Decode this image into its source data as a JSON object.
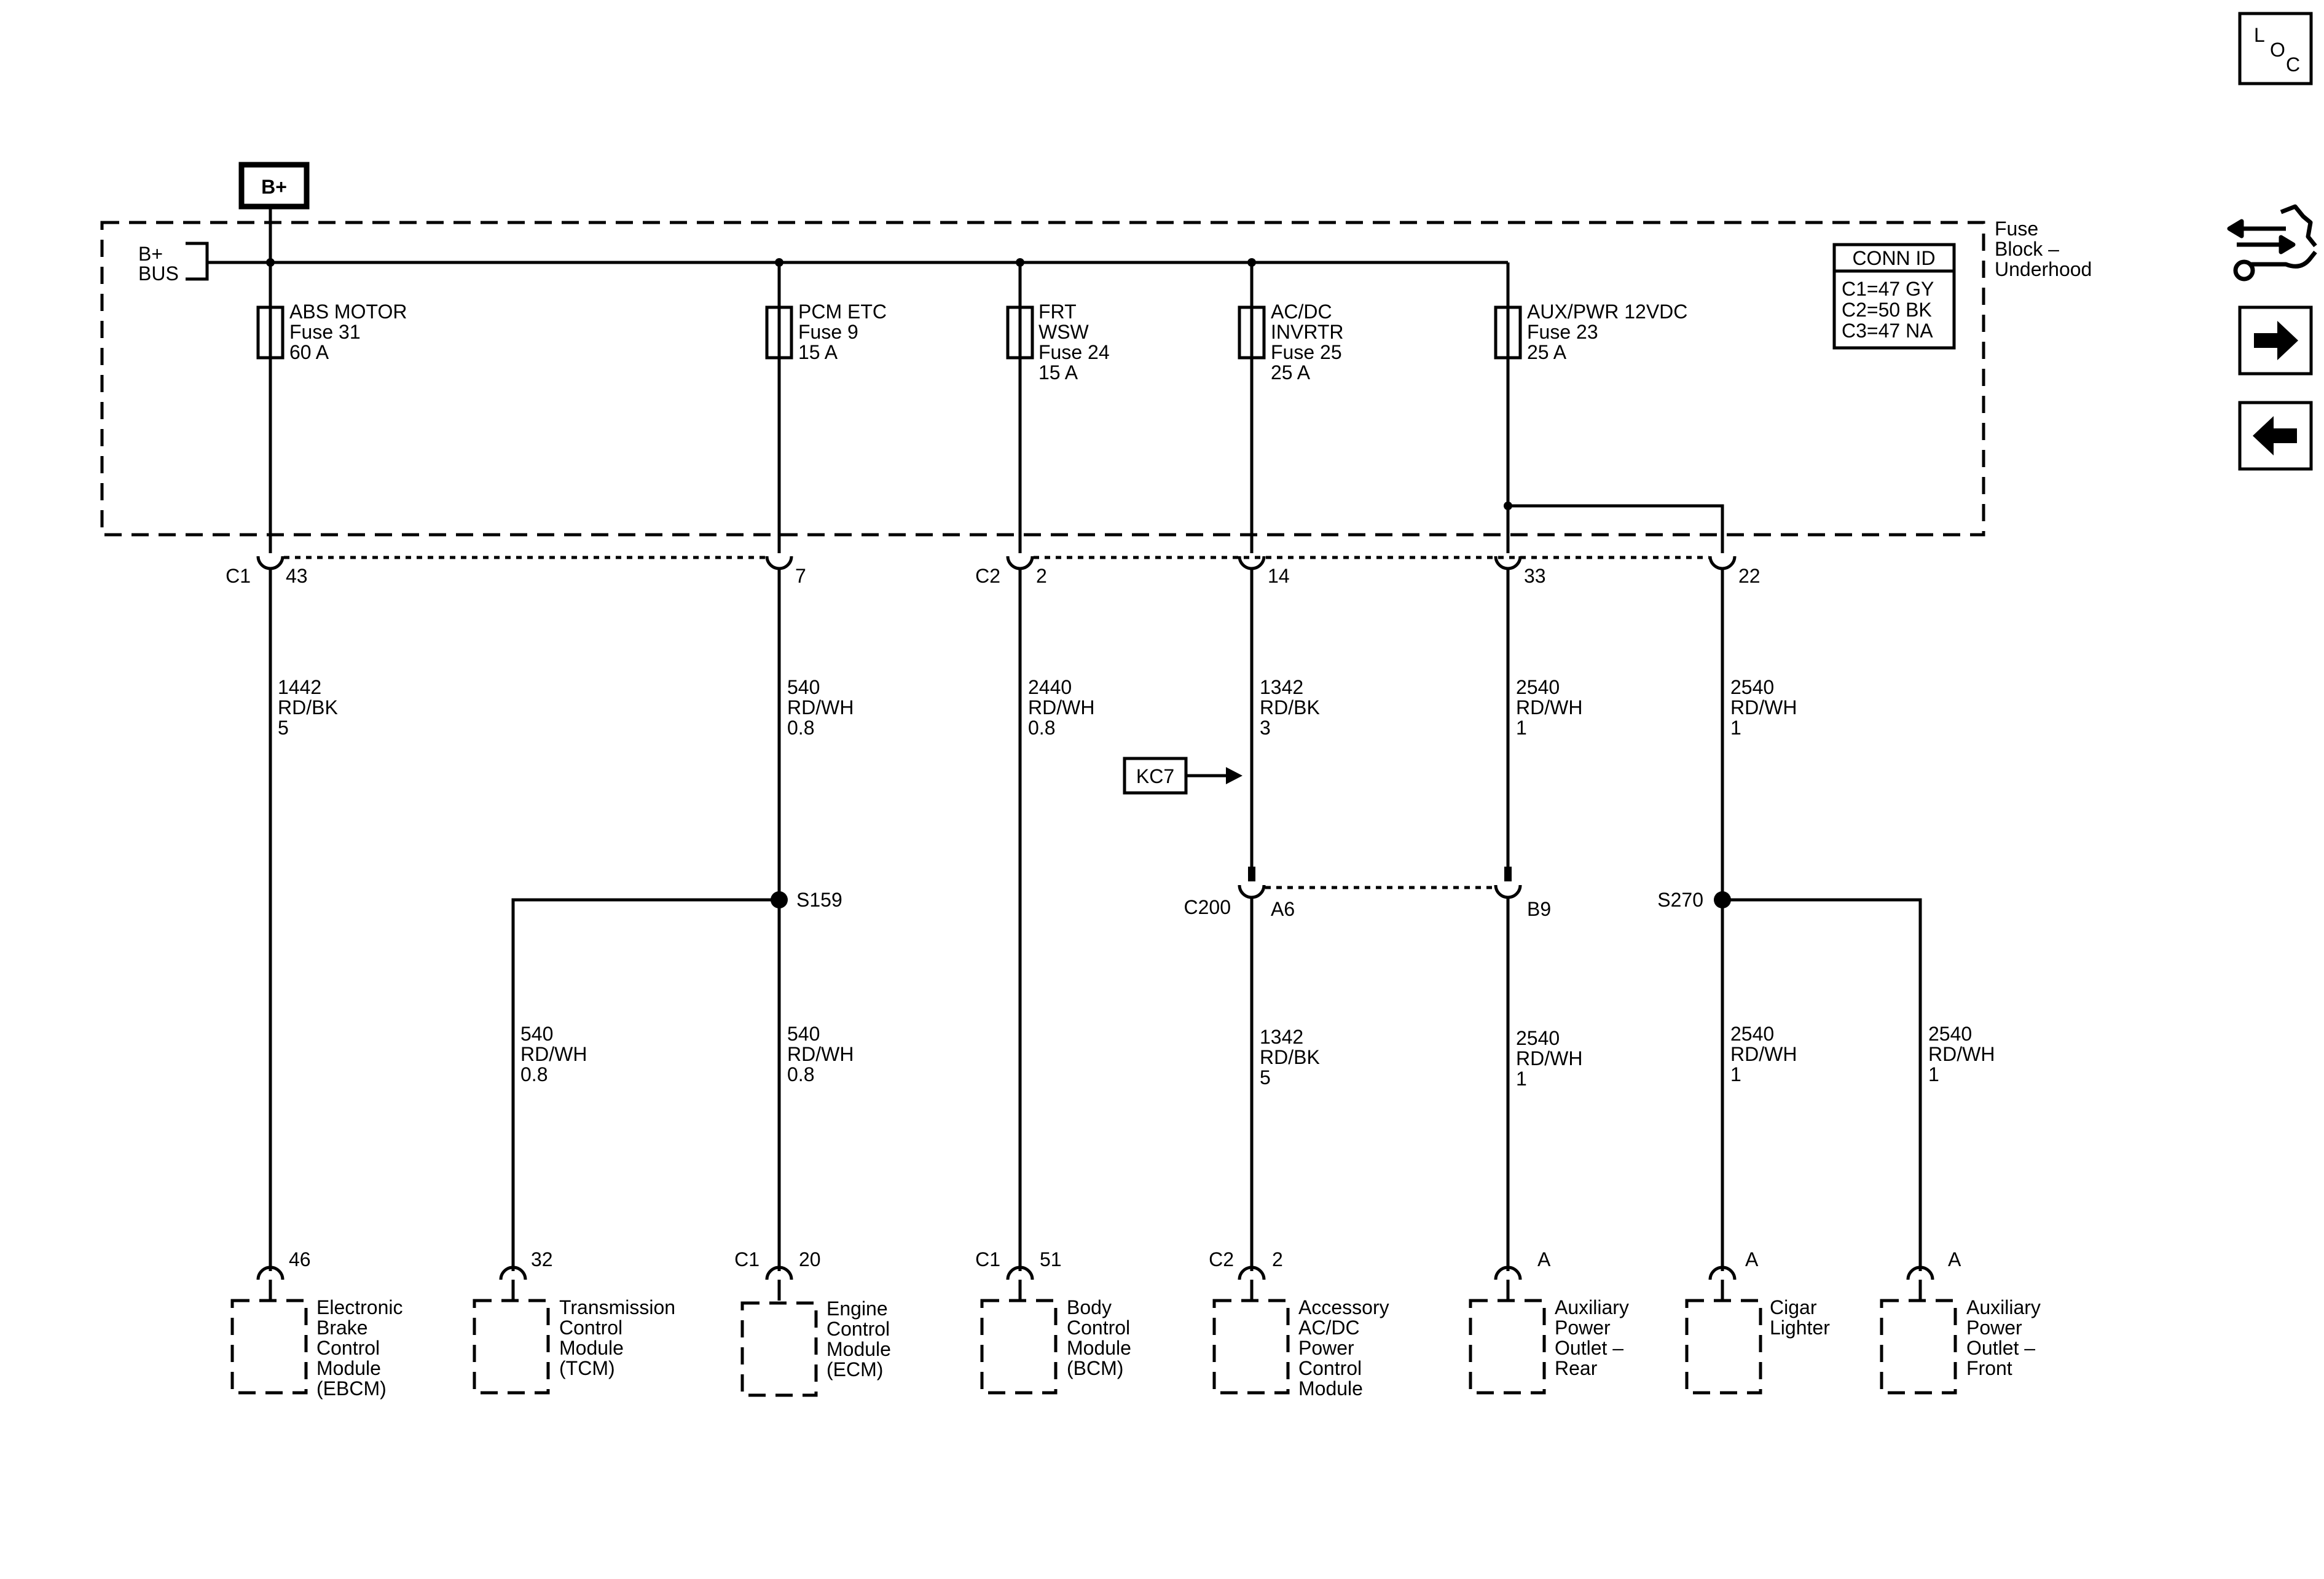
{
  "source": {
    "label": "B+"
  },
  "fuse_block": {
    "bus_label": [
      "B+",
      "BUS"
    ],
    "name": [
      "Fuse",
      "Block –",
      "Underhood"
    ],
    "conn_id": {
      "title": "CONN ID",
      "rows": [
        "C1=47 GY",
        "C2=50 BK",
        "C3=47 NA"
      ]
    },
    "fuses": [
      {
        "lines": [
          "ABS MOTOR",
          "Fuse 31",
          "60 A"
        ]
      },
      {
        "lines": [
          "PCM ETC",
          "Fuse 9",
          "15 A"
        ]
      },
      {
        "lines": [
          "FRT",
          "WSW",
          "Fuse 24",
          "15 A"
        ]
      },
      {
        "lines": [
          "AC/DC",
          "INVRTR",
          "Fuse 25",
          "25 A"
        ]
      },
      {
        "lines": [
          "AUX/PWR 12VDC",
          "Fuse 23",
          "25 A"
        ]
      }
    ]
  },
  "connectors_top": [
    {
      "name": "C1",
      "pin": "43"
    },
    {
      "name": "",
      "pin": "7"
    },
    {
      "name": "C2",
      "pin": "2"
    },
    {
      "name": "",
      "pin": "14"
    },
    {
      "name": "",
      "pin": "33"
    },
    {
      "name": "",
      "pin": "22"
    }
  ],
  "wires_upper": [
    [
      "1442",
      "RD/BK",
      "5"
    ],
    [
      "540",
      "RD/WH",
      "0.8"
    ],
    [
      "2440",
      "RD/WH",
      "0.8"
    ],
    [
      "1342",
      "RD/BK",
      "3"
    ],
    [
      "2540",
      "RD/WH",
      "1"
    ],
    [
      "2540",
      "RD/WH",
      "1"
    ]
  ],
  "splices": [
    "S159",
    "S270"
  ],
  "inline_connector": {
    "name": "C200",
    "pins": [
      "A6",
      "B9"
    ]
  },
  "reference": {
    "label": "KC7"
  },
  "wires_lower": [
    [
      "540",
      "RD/WH",
      "0.8"
    ],
    [
      "540",
      "RD/WH",
      "0.8"
    ],
    [
      "1342",
      "RD/BK",
      "5"
    ],
    [
      "2540",
      "RD/WH",
      "1"
    ],
    [
      "2540",
      "RD/WH",
      "1"
    ],
    [
      "2540",
      "RD/WH",
      "1"
    ]
  ],
  "components": [
    {
      "conn": "",
      "pin": "46",
      "lines": [
        "Electronic",
        "Brake",
        "Control",
        "Module",
        "(EBCM)"
      ]
    },
    {
      "conn": "",
      "pin": "32",
      "lines": [
        "Transmission",
        "Control",
        "Module",
        "(TCM)"
      ]
    },
    {
      "conn": "C1",
      "pin": "20",
      "lines": [
        "Engine",
        "Control",
        "Module",
        "(ECM)"
      ]
    },
    {
      "conn": "C1",
      "pin": "51",
      "lines": [
        "Body",
        "Control",
        "Module",
        "(BCM)"
      ]
    },
    {
      "conn": "C2",
      "pin": "2",
      "lines": [
        "Accessory",
        "AC/DC",
        "Power",
        "Control",
        "Module"
      ]
    },
    {
      "conn": "",
      "pin": "A",
      "lines": [
        "Auxiliary",
        "Power",
        "Outlet –",
        "Rear"
      ]
    },
    {
      "conn": "",
      "pin": "A",
      "lines": [
        "Cigar",
        "Lighter"
      ]
    },
    {
      "conn": "",
      "pin": "A",
      "lines": [
        "Auxiliary",
        "Power",
        "Outlet –",
        "Front"
      ]
    }
  ],
  "nav": {
    "loc_letters": [
      "L",
      "O",
      "C"
    ],
    "icons": [
      "connector-tool-icon",
      "arrow-right-icon",
      "arrow-left-icon"
    ]
  }
}
